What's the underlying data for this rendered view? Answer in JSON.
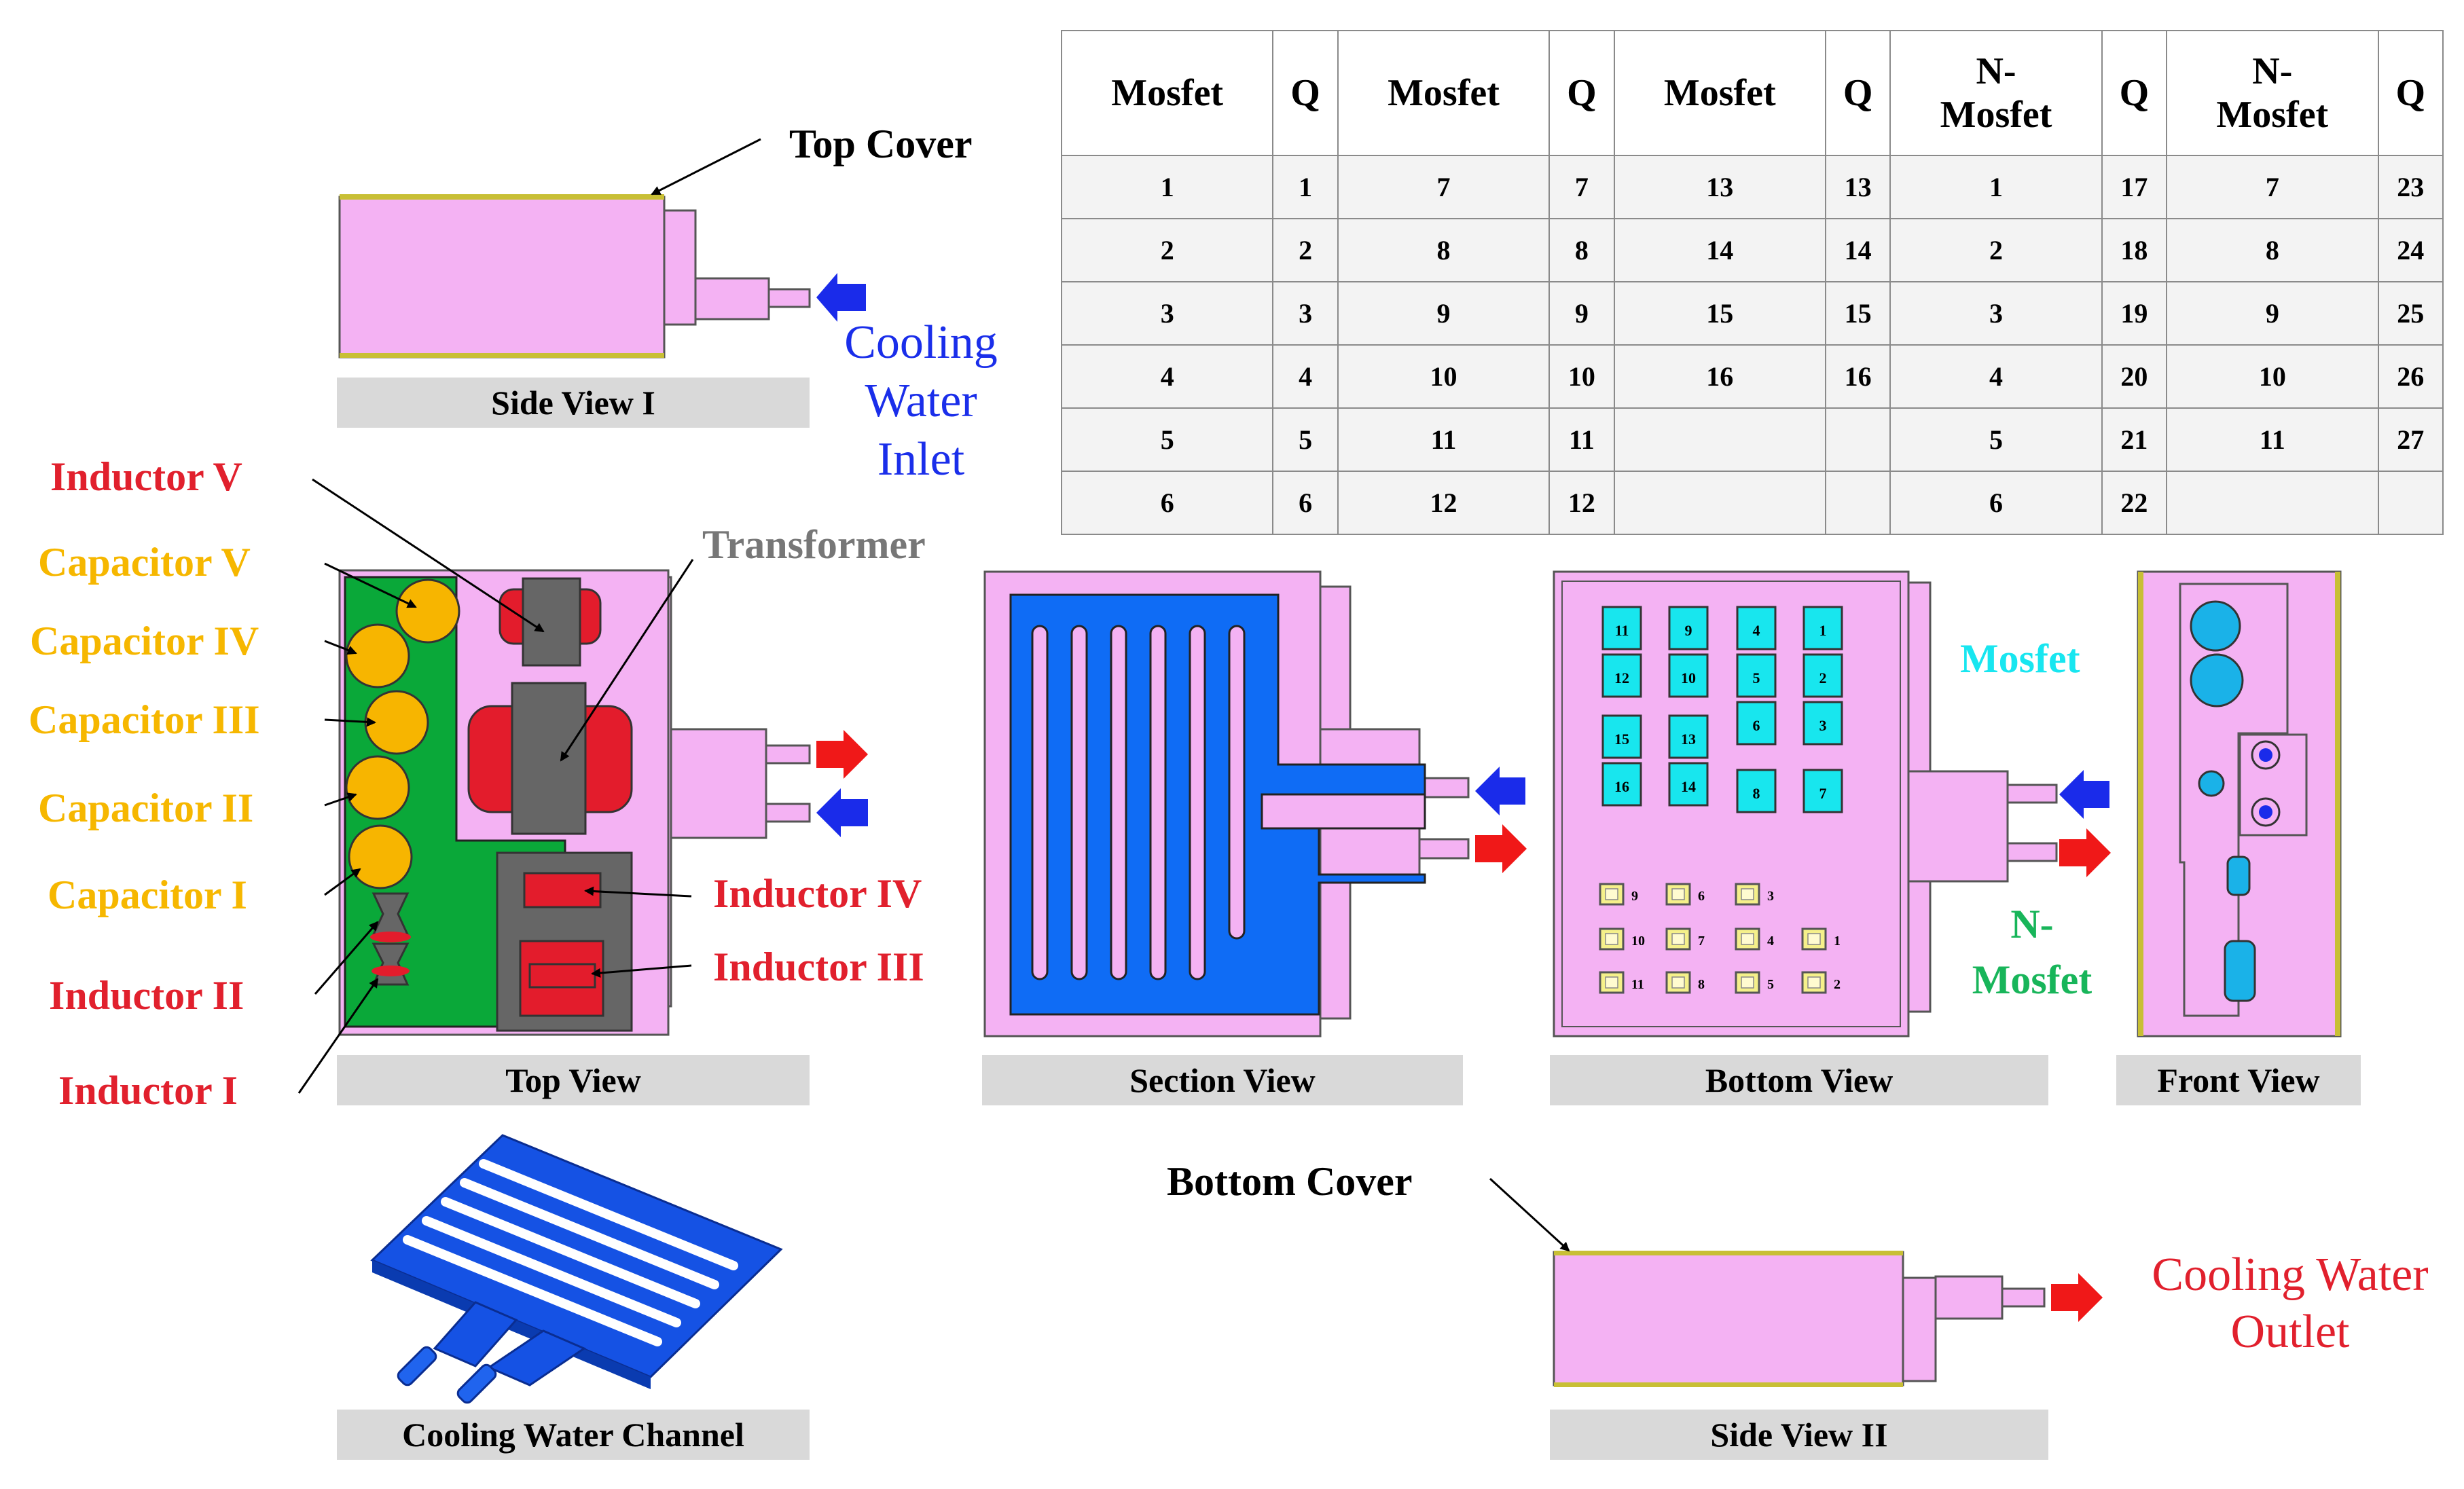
{
  "labels": {
    "top_cover": "Top Cover",
    "cooling_water_inlet": [
      "Cooling",
      "Water",
      "Inlet"
    ],
    "side_view_1": "Side View I",
    "inductor_v": "Inductor V",
    "capacitor_v": "Capacitor V",
    "capacitor_iv": "Capacitor IV",
    "capacitor_iii": "Capacitor III",
    "capacitor_ii": "Capacitor II",
    "capacitor_i": "Capacitor I",
    "inductor_ii": "Inductor II",
    "inductor_i": "Inductor I",
    "transformer": "Transformer",
    "inductor_iv": "Inductor IV",
    "inductor_iii": "Inductor III",
    "top_view": "Top View",
    "section_view": "Section View",
    "bottom_view": "Bottom View",
    "front_view": "Front View",
    "mosfet": "Mosfet",
    "n_mosfet": [
      "N-",
      "Mosfet"
    ],
    "bottom_cover": "Bottom Cover",
    "cooling_water_outlet": [
      "Cooling Water",
      "Outlet"
    ],
    "side_view_2": "Side View II",
    "cooling_water_channel": "Cooling Water Channel"
  },
  "table": {
    "headers": [
      [
        "Mosfet"
      ],
      [
        "Q"
      ],
      [
        "Mosfet"
      ],
      [
        "Q"
      ],
      [
        "Mosfet"
      ],
      [
        "Q"
      ],
      [
        "N-",
        "Mosfet"
      ],
      [
        "Q"
      ],
      [
        "N-",
        "Mosfet"
      ],
      [
        "Q"
      ]
    ],
    "rows": [
      [
        "1",
        "1",
        "7",
        "7",
        "13",
        "13",
        "1",
        "17",
        "7",
        "23"
      ],
      [
        "2",
        "2",
        "8",
        "8",
        "14",
        "14",
        "2",
        "18",
        "8",
        "24"
      ],
      [
        "3",
        "3",
        "9",
        "9",
        "15",
        "15",
        "3",
        "19",
        "9",
        "25"
      ],
      [
        "4",
        "4",
        "10",
        "10",
        "16",
        "16",
        "4",
        "20",
        "10",
        "26"
      ],
      [
        "5",
        "5",
        "11",
        "11",
        "",
        "",
        "5",
        "21",
        "11",
        "27"
      ],
      [
        "6",
        "6",
        "12",
        "12",
        "",
        "",
        "6",
        "22",
        "",
        ""
      ]
    ]
  },
  "bottom_view": {
    "mosfet_chips": [
      "11",
      "9",
      "4",
      "1",
      "12",
      "10",
      "5",
      "2",
      "6",
      "3",
      "15",
      "13",
      "16",
      "14",
      "8",
      "7"
    ],
    "n_mosfet_pads": [
      "9",
      "6",
      "3",
      "10",
      "7",
      "4",
      "1",
      "11",
      "8",
      "5",
      "2"
    ]
  },
  "colors": {
    "housing": "#f4b2f3",
    "pcb": "#0aa839",
    "capacitor": "#f7b500",
    "inductor": "#e31c2c",
    "core": "#666666",
    "water_channel": "#0f6cf5",
    "mosfet_chip": "#18e6ee",
    "n_mosfet_pad": "#f5f08a",
    "inlet_arrow": "#1a2bea",
    "outlet_arrow": "#f01818"
  }
}
